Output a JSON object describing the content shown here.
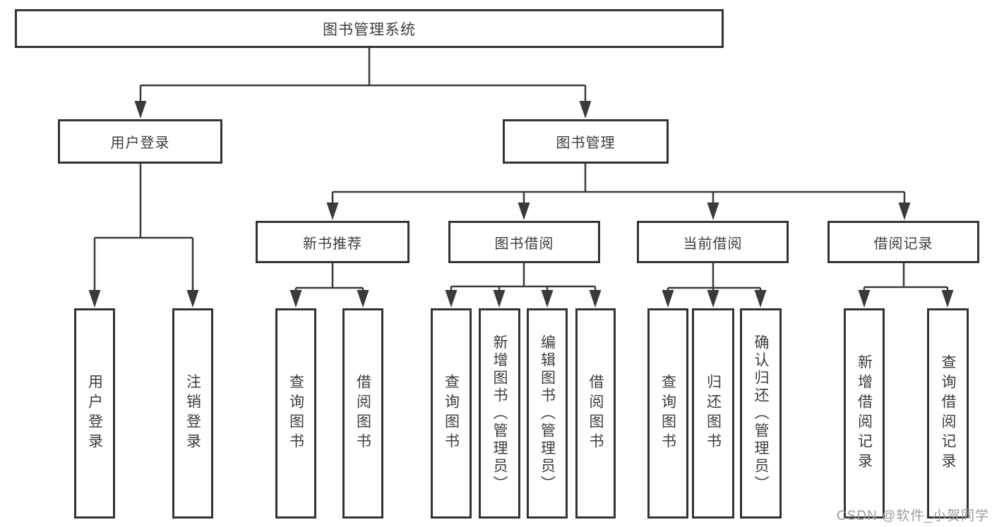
{
  "diagram": {
    "nodes": {
      "root": "图书管理系统",
      "user_login": "用户登录",
      "book_management": "图书管理",
      "new_book_recommend": "新书推荐",
      "book_borrow": "图书借阅",
      "current_borrow": "当前借阅",
      "borrow_record": "借阅记录",
      "leaf_user_login": "用户登录",
      "leaf_logout_login": "注销登录",
      "leaf_nbr_query_book": "查询图书",
      "leaf_nbr_borrow_book": "借阅图书",
      "leaf_bb_query_book": "查询图书",
      "leaf_bb_add_book_admin": "新增图书（管理员）",
      "leaf_bb_edit_book_admin": "编辑图书（管理员）",
      "leaf_bb_borrow_book": "借阅图书",
      "leaf_cb_query_book": "查询图书",
      "leaf_cb_return_book": "归还图书",
      "leaf_cb_confirm_return_admin": "确认归还（管理员）",
      "leaf_br_add_record": "新增借阅记录",
      "leaf_br_query_record": "查询借阅记录"
    },
    "colors": {
      "line": "#3a3a3a",
      "border": "#333333",
      "text": "#3d3d3d",
      "watermark": "#9c9c9c",
      "background": "#ffffff"
    },
    "watermark": "CSDN @软件_小贺同学"
  }
}
